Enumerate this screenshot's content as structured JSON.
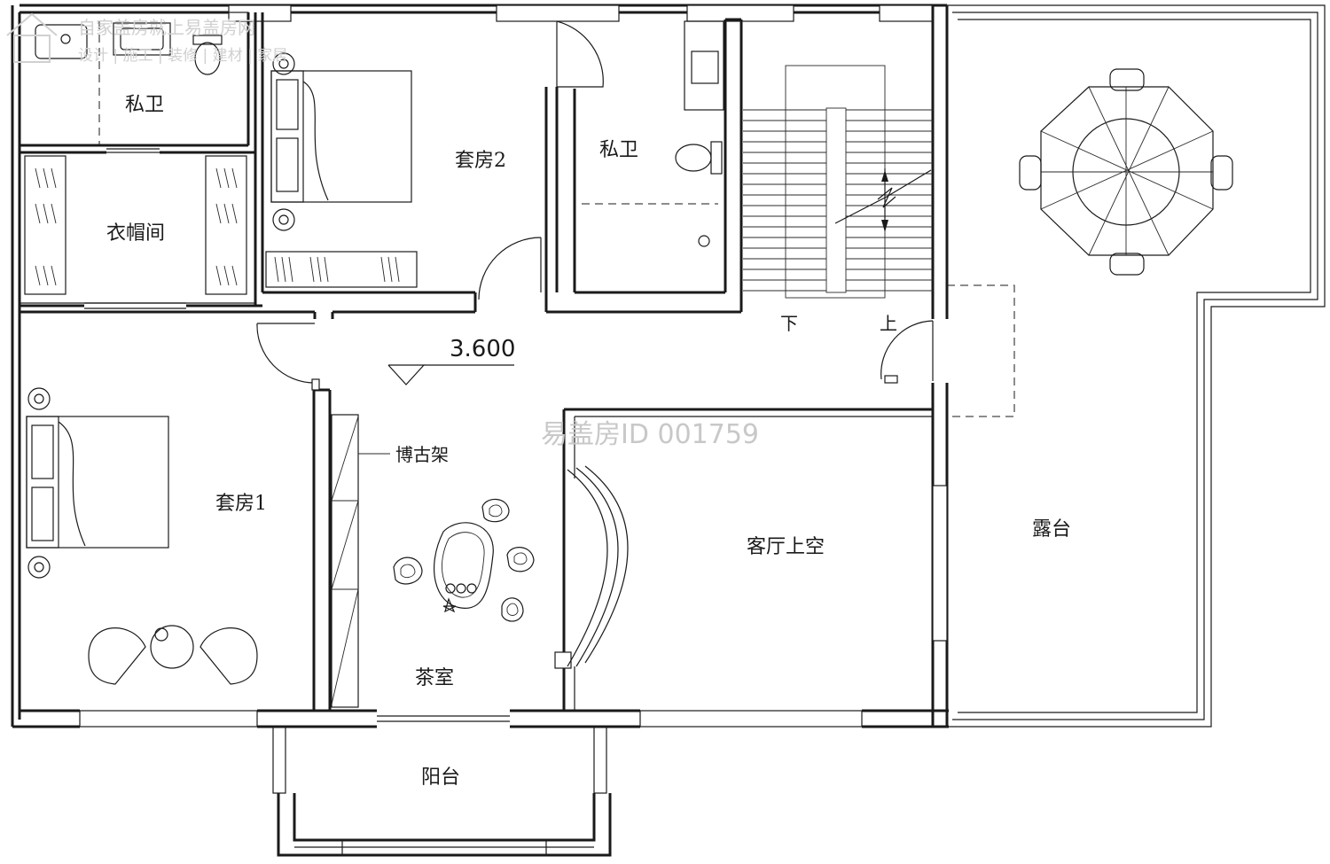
{
  "watermark": {
    "line1": "自家盖房就上易盖房网",
    "line2": "设计 | 施工 | 装修 | 建材 | 家居",
    "id_text": "易盖房ID 001759"
  },
  "elevation": "3.600",
  "rooms": {
    "bath_left": "私卫",
    "closet": "衣帽间",
    "suite2": "套房2",
    "bath_right": "私卫",
    "suite1": "套房1",
    "shelf": "博古架",
    "tea_room": "茶室",
    "void": "客厅上空",
    "terrace": "露台",
    "balcony": "阳台"
  },
  "stairs": {
    "down": "下",
    "up": "上"
  }
}
